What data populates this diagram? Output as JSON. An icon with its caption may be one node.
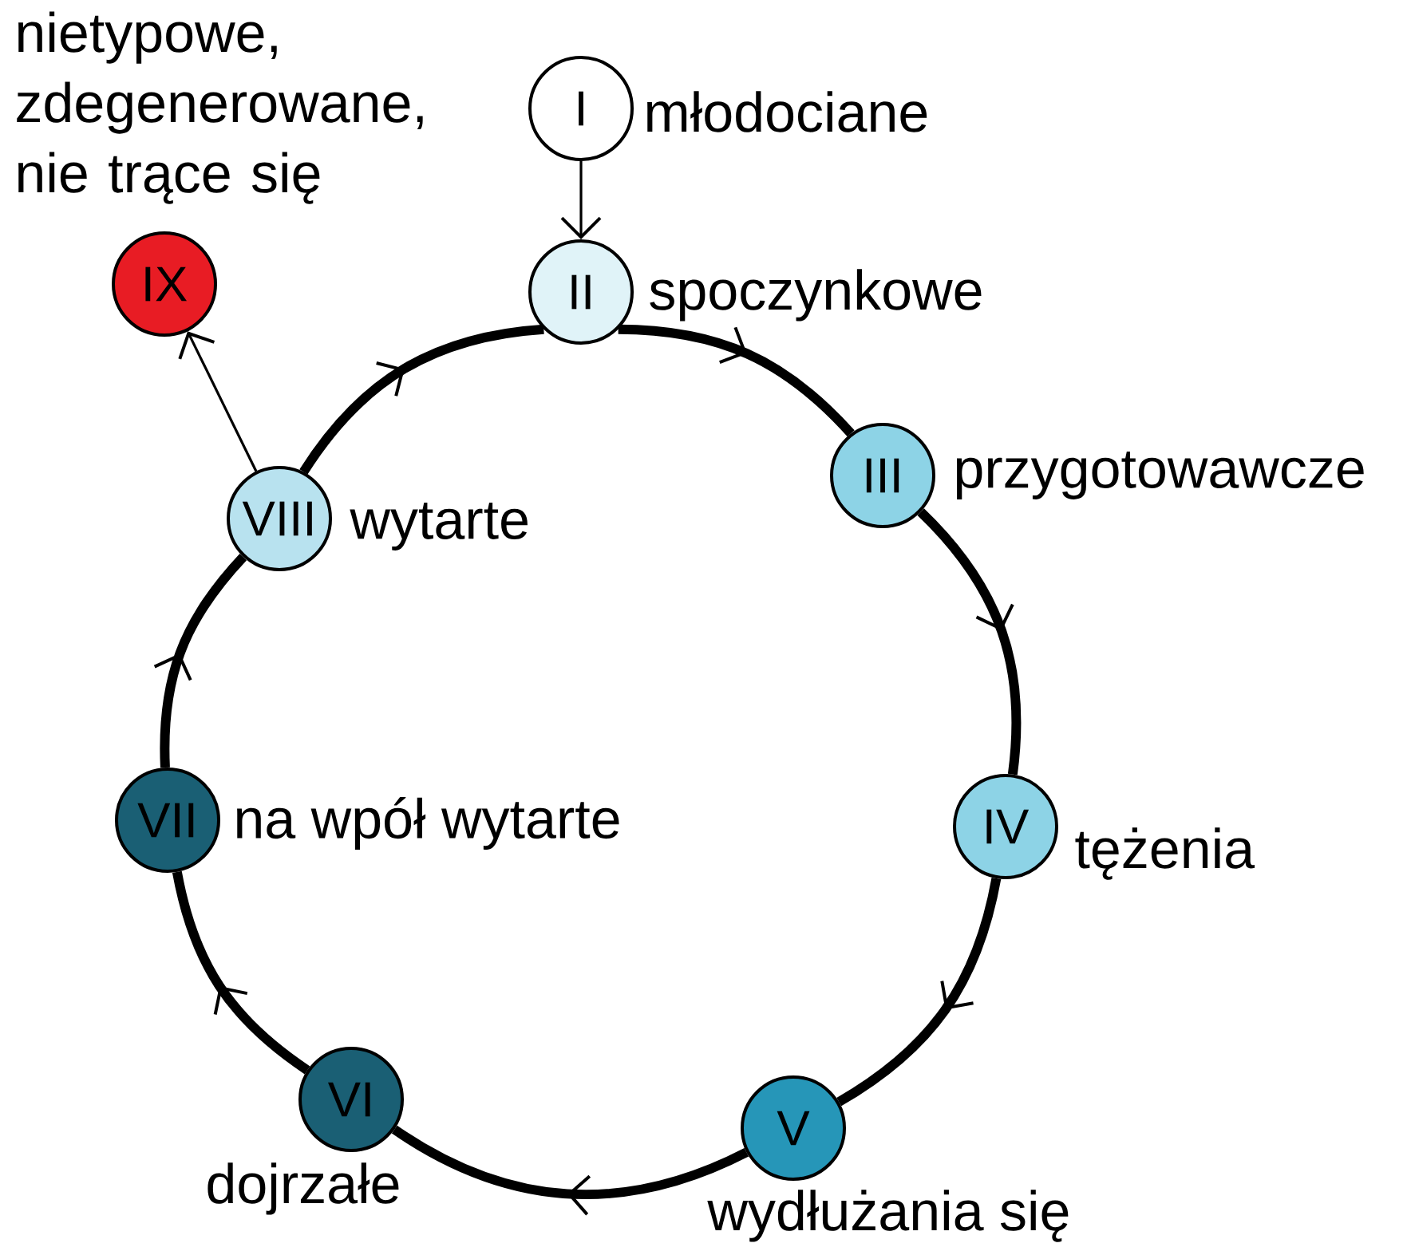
{
  "diagram": {
    "nodes": [
      {
        "text": [
          "I"
        ],
        "beside": [
          "młodociane"
        ]
      },
      {
        "text": [
          "II"
        ],
        "beside": [
          "spoczynkowe"
        ]
      },
      {
        "text": [
          "III"
        ],
        "beside": [
          "przygotowawcze"
        ]
      },
      {
        "text": [
          "IV"
        ],
        "beside": [
          "tężenia"
        ]
      },
      {
        "text": [
          "V"
        ],
        "beside": [
          "wydłużania się"
        ]
      },
      {
        "text": [
          "VI"
        ],
        "beside": [
          "dojrzałe"
        ]
      },
      {
        "text": [
          "VII"
        ],
        "beside": [
          "na wpół wytarte"
        ]
      },
      {
        "text": [
          "VIII"
        ],
        "beside": [
          "wytarte"
        ]
      },
      {
        "text": [
          "IX"
        ],
        "beside": [
          "nietypowe, zdegenerowane, nie trące się"
        ]
      }
    ],
    "edges": [
      {
        "from": 0,
        "to": 1,
        "arrow": "to"
      },
      {
        "from": 1,
        "to": 2,
        "arrow": "to"
      },
      {
        "from": 2,
        "to": 3,
        "arrow": "to"
      },
      {
        "from": 3,
        "to": 4,
        "arrow": "to"
      },
      {
        "from": 4,
        "to": 5,
        "arrow": "to"
      },
      {
        "from": 5,
        "to": 6,
        "arrow": "to"
      },
      {
        "from": 6,
        "to": 7,
        "arrow": "to"
      },
      {
        "from": 7,
        "to": 1,
        "arrow": "to"
      },
      {
        "from": 7,
        "to": 8,
        "arrow": "to"
      }
    ]
  }
}
